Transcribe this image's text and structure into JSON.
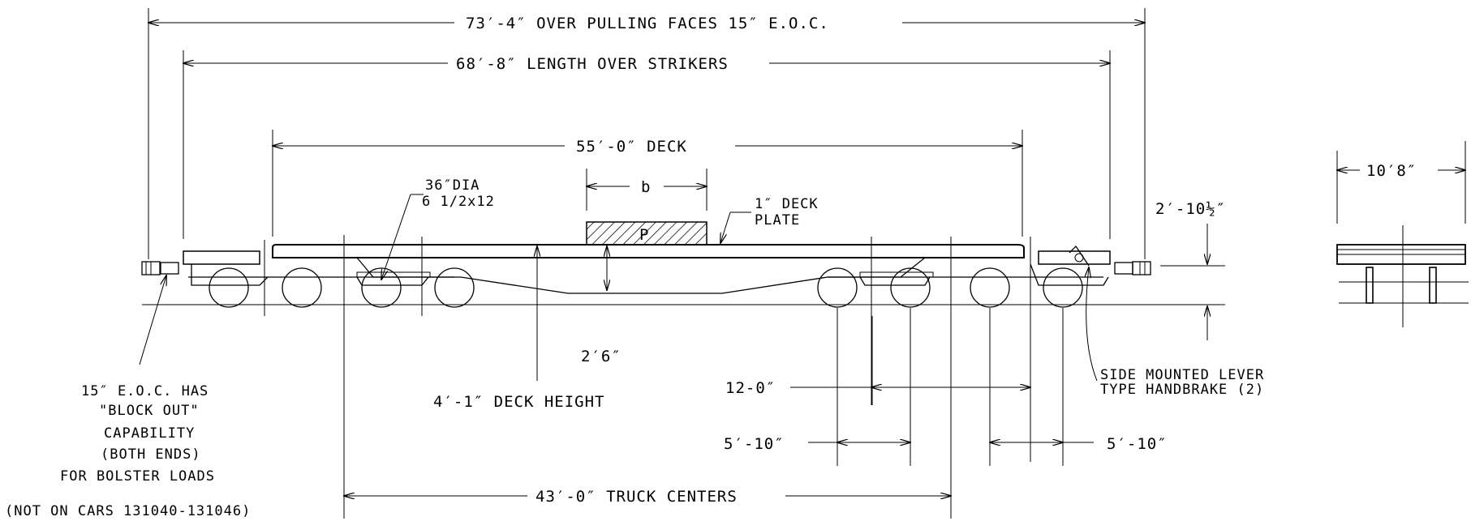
{
  "dimensions": {
    "over_pulling_faces": "73′-4″ OVER PULLING FACES 15″ E.O.C.",
    "length_over_strikers": "68′-8″ LENGTH OVER STRIKERS",
    "deck_length": "55′-0″ DECK",
    "load_width": "b",
    "load_label": "P",
    "wheel_line1": "36″DIA",
    "wheel_line2": "6 1/2x12",
    "deck_plate_line1": "1″ DECK",
    "deck_plate_line2": "PLATE",
    "end_height": "2′-10½″",
    "depth": "2′6″",
    "deck_height": "4′-1″ DECK HEIGHT",
    "truck_span": "12-0″",
    "axle_left": "5′-10″",
    "axle_right": "5′-10″",
    "truck_centers": "43′-0″ TRUCK CENTERS",
    "width": "10′8″"
  },
  "notes": {
    "eoc": [
      "15″ E.O.C. HAS",
      "\"BLOCK OUT\"",
      "CAPABILITY",
      "(BOTH ENDS)",
      "FOR BOLSTER LOADS",
      "(NOT ON CARS 131040-131046)"
    ],
    "handbrake": [
      "SIDE MOUNTED LEVER",
      "TYPE HANDBRAKE (2)"
    ]
  }
}
